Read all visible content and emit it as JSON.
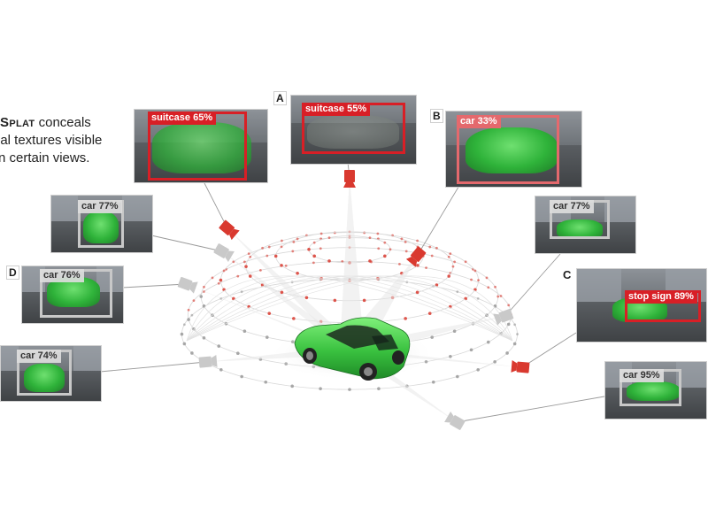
{
  "caption": {
    "method_name": "tSplat",
    "line1_rest": " conceals",
    "line2": "ial textures visible",
    "line3": "n certain views."
  },
  "view_letters": [
    "A",
    "B",
    "C",
    "D"
  ],
  "colors": {
    "attack_camera": "#d9392f",
    "normal_camera": "#c9c9c9",
    "detection_red": "#d81f26",
    "detection_pink": "#e4696d",
    "detection_grey": "#c8c8c8",
    "car_green": "#2fb33a"
  },
  "views": [
    {
      "id": "v1",
      "letter": "",
      "detection": "suitcase 65%",
      "style": "red",
      "camera": "attack"
    },
    {
      "id": "vA",
      "letter": "A",
      "detection": "suitcase 55%",
      "style": "red",
      "camera": "attack"
    },
    {
      "id": "vB",
      "letter": "B",
      "detection": "car 33%",
      "style": "pink",
      "camera": "attack"
    },
    {
      "id": "v4",
      "letter": "",
      "detection": "car 77%",
      "style": "grey",
      "camera": "normal"
    },
    {
      "id": "v5",
      "letter": "",
      "detection": "car 77%",
      "style": "grey",
      "camera": "normal"
    },
    {
      "id": "vD",
      "letter": "D",
      "detection": "car 76%",
      "style": "grey",
      "camera": "normal"
    },
    {
      "id": "vC",
      "letter": "C",
      "detection": "stop sign 89%",
      "style": "red",
      "camera": "attack"
    },
    {
      "id": "v8",
      "letter": "",
      "detection": "car 74%",
      "style": "grey",
      "camera": "normal"
    },
    {
      "id": "v9",
      "letter": "",
      "detection": "car 95%",
      "style": "grey",
      "camera": "normal"
    }
  ]
}
